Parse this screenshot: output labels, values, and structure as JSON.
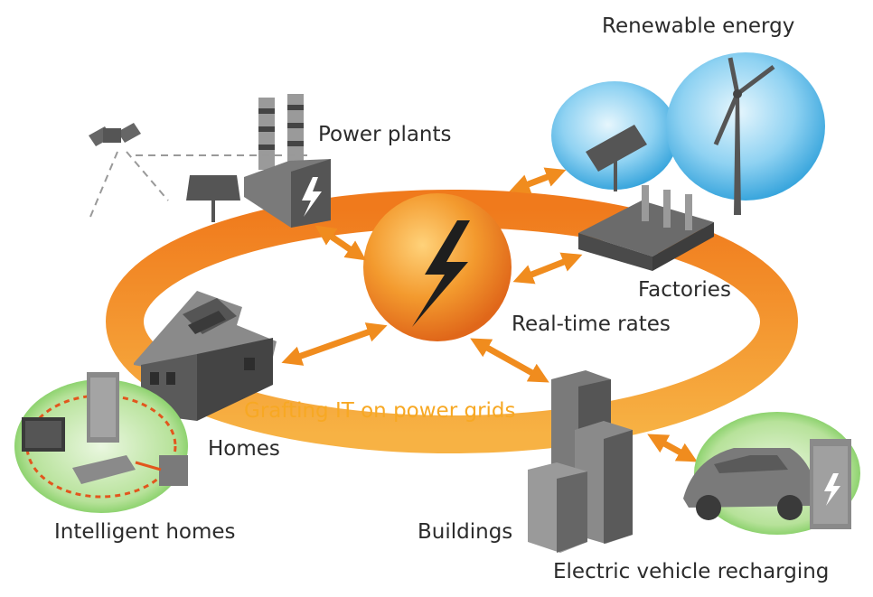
{
  "diagram": {
    "ring_label": "Grafting IT on power grids",
    "nodes": [
      {
        "id": "power-plants",
        "label": "Power plants"
      },
      {
        "id": "renewable-energy",
        "label": "Renewable energy"
      },
      {
        "id": "factories",
        "label": "Factories"
      },
      {
        "id": "real-time-rates",
        "label": "Real-time rates"
      },
      {
        "id": "homes",
        "label": "Homes"
      },
      {
        "id": "intelligent-homes",
        "label": "Intelligent homes"
      },
      {
        "id": "buildings",
        "label": "Buildings"
      },
      {
        "id": "ev-recharging",
        "label": "Electric vehicle recharging"
      }
    ],
    "colors": {
      "ring": "#f08c1e",
      "ring_light": "#f7b244",
      "arrow": "#f08c1e",
      "hub": "#ee7d1e",
      "sky": "#4fb3e6",
      "green": "#5bbf3a",
      "gray_dark": "#555555",
      "gray": "#8a8a8a",
      "ring_label_color": "#f7a823"
    }
  }
}
